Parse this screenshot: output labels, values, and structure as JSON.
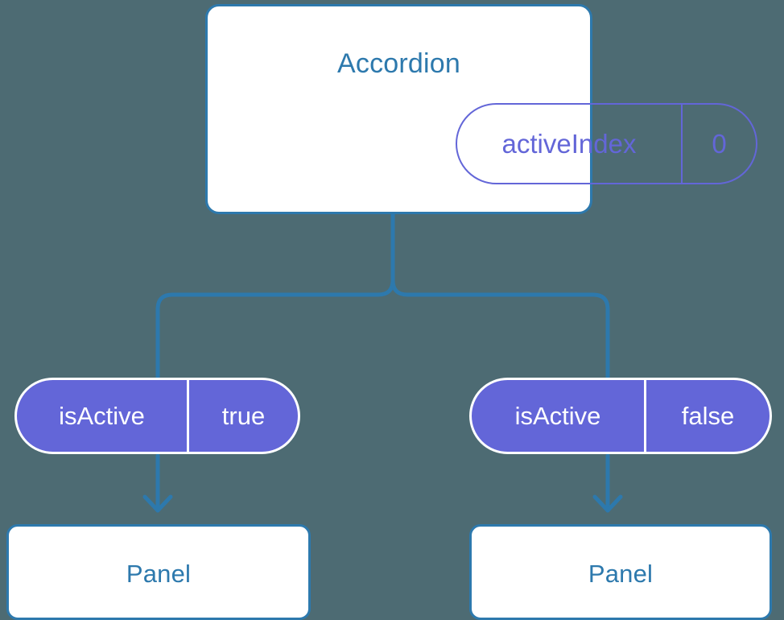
{
  "theme": {
    "background": "#4d6b73",
    "accent_blue": "#2d79ad",
    "accent_purple": "#6366d8",
    "card_fill": "#ffffff",
    "pill_text_light": "#ffffff"
  },
  "root": {
    "title": "Accordion",
    "state": {
      "key": "activeIndex",
      "value": "0"
    }
  },
  "branches": [
    {
      "prop": {
        "key": "isActive",
        "value": "true"
      },
      "child": {
        "title": "Panel"
      }
    },
    {
      "prop": {
        "key": "isActive",
        "value": "false"
      },
      "child": {
        "title": "Panel"
      }
    }
  ],
  "connectors": {
    "trunk_name": "root-to-branch-trunk",
    "arrow_left_name": "prop-to-panel-arrow-left",
    "arrow_right_name": "prop-to-panel-arrow-right"
  }
}
